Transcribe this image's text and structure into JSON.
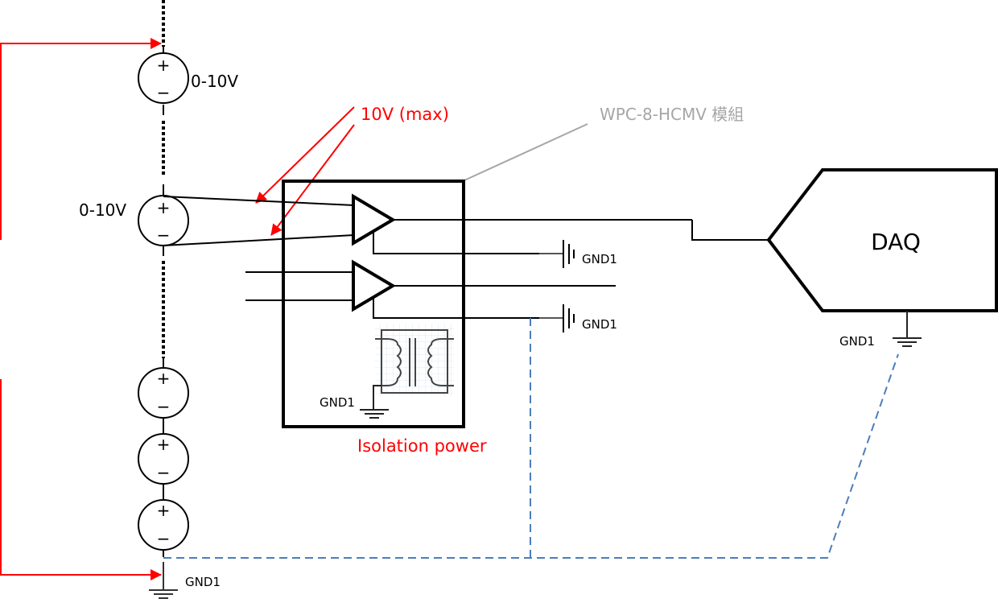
{
  "colors": {
    "wire": "#000000",
    "annotation_red": "#ff0000",
    "callout_gray": "#a6a6a6",
    "ground_dashed_blue": "#4a7ebb"
  },
  "labels": {
    "top_source": "0-10V",
    "mid_source": "0-10V",
    "max_voltage": "10V (max)",
    "module_name": "WPC-8-HCMV 模組",
    "daq": "DAQ",
    "isolation_power": "Isolation power",
    "gnd_amp1": "GND1",
    "gnd_amp2": "GND1",
    "gnd_transformer": "GND1",
    "gnd_daq": "GND1",
    "gnd_bottom": "GND1"
  },
  "sources": [
    {
      "id": "source-1",
      "plus": "+",
      "minus": "−"
    },
    {
      "id": "source-2",
      "plus": "+",
      "minus": "−"
    },
    {
      "id": "source-3",
      "plus": "+",
      "minus": "−"
    },
    {
      "id": "source-4",
      "plus": "+",
      "minus": "−"
    },
    {
      "id": "source-5",
      "plus": "+",
      "minus": "−"
    }
  ]
}
